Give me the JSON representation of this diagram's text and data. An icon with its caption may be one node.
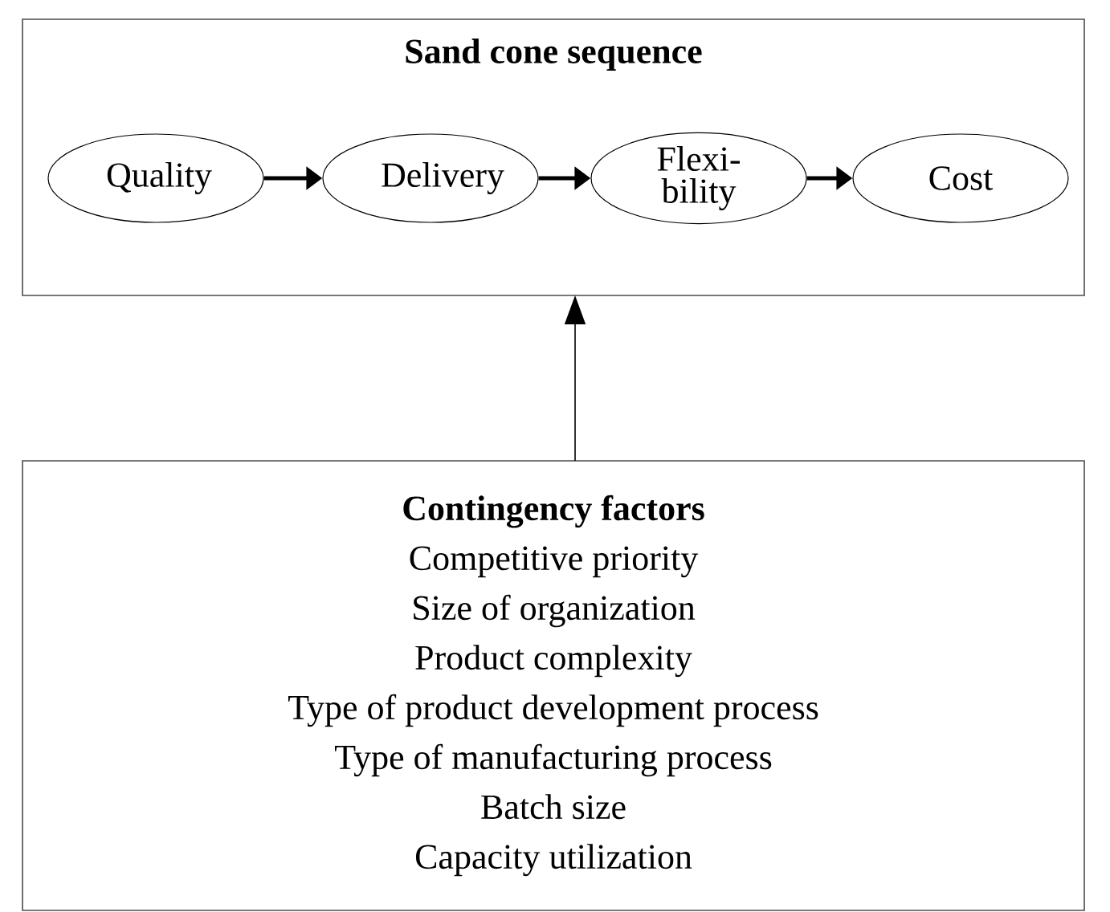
{
  "diagram": {
    "nodes": [
      {
        "text": [
          "Sand cone sequence"
        ]
      },
      {
        "text": [
          "Quality"
        ],
        "in": 0
      },
      {
        "text": [
          "Delivery"
        ],
        "in": 0
      },
      {
        "text": [
          "Flexi- bility"
        ],
        "in": 0
      },
      {
        "text": [
          "Cost"
        ],
        "in": 0
      },
      {
        "text": [
          "Contingency factors",
          "Competitive priority",
          "Size of organization",
          "Product complexity",
          "Type of product development process",
          "Type of manufacturing process",
          "Batch size",
          "Capacity utilization"
        ]
      }
    ],
    "edges": [
      {
        "from": 1,
        "to": 2,
        "arrow": "to"
      },
      {
        "from": 2,
        "to": 3,
        "arrow": "to"
      },
      {
        "from": 3,
        "to": 4,
        "arrow": "to"
      },
      {
        "from": 5,
        "to": 0,
        "arrow": "to"
      }
    ]
  }
}
